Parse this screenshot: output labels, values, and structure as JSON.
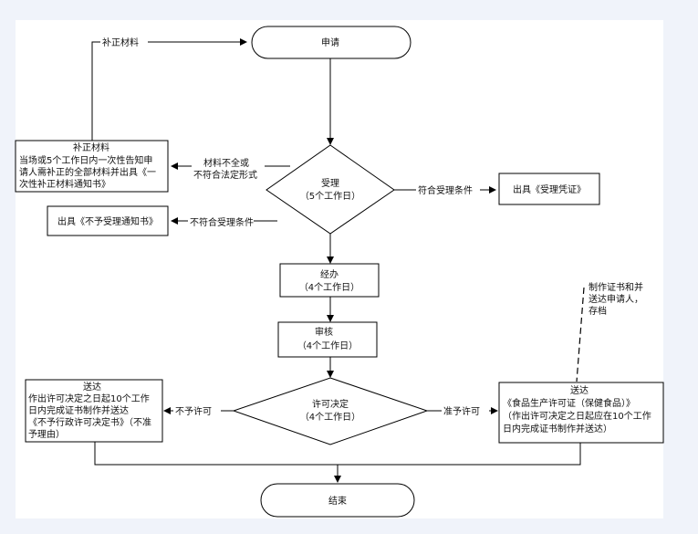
{
  "nodes": {
    "apply": "申请",
    "supplement_title": "补正材料",
    "supplement_body": [
      "当场或5个工作日内一次性告知申",
      "请人需补正的全部材料并出具《一",
      "次性补正材料通知书》"
    ],
    "accept_title": "受理",
    "accept_days": "（5个工作日）",
    "receipt": "出具《受理凭证》",
    "reject_notice": "出具《不予受理通知书》",
    "handle_title": "经办",
    "handle_days": "（4个工作日）",
    "review_title": "审核",
    "review_days": "（4个工作日）",
    "decision_title": "许可决定",
    "decision_days": "（4个工作日）",
    "deliver_deny_title": "送达",
    "deliver_deny_body": [
      "作出许可决定之日起10个工作",
      "日内完成证书制作并送达",
      "《不予行政许可决定书》（不准",
      "予理由）"
    ],
    "deliver_grant_title": "送达",
    "deliver_grant_body": [
      "《食品生产许可证（保健食品）》",
      "（作出许可决定之日起应在10个工作",
      "日内完成证书制作并送达）"
    ],
    "archive_note": [
      "制作证书和并",
      "送达申请人，",
      "存档"
    ],
    "end": "结束"
  },
  "edges": {
    "supplement_loop": "补正材料",
    "incomplete": [
      "材料不全或",
      "不符合法定形式"
    ],
    "meets": "符合受理条件",
    "not_meets": "不符合受理条件",
    "deny": "不予许可",
    "grant": "准予许可"
  }
}
